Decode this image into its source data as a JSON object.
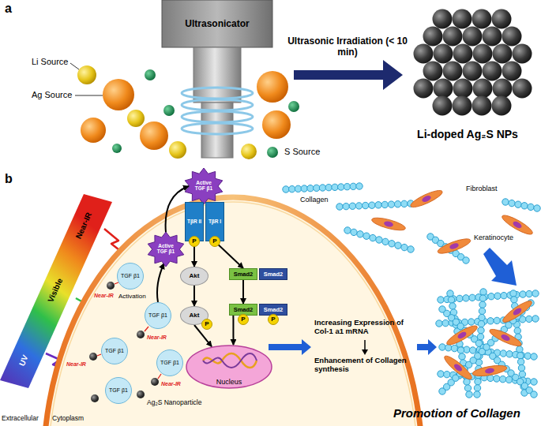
{
  "diagram": {
    "nodes": [
      {
        "text": [
          "Ultrasonicator"
        ]
      },
      {
        "text": [
          "Active TGF β1"
        ]
      },
      {
        "text": [
          "TβR II"
        ]
      },
      {
        "text": [
          "TβR I"
        ]
      },
      {
        "text": [
          "P"
        ]
      },
      {
        "text": [
          "P"
        ]
      },
      {
        "text": [
          "Active TGF β1"
        ]
      },
      {
        "text": [
          "TGF β1"
        ]
      },
      {
        "text": [
          "TGF β1"
        ]
      },
      {
        "text": [
          "TGF β1"
        ]
      },
      {
        "text": [
          "TGF β1"
        ]
      },
      {
        "text": [
          "TGF β1"
        ]
      },
      {
        "text": [
          "Akt"
        ]
      },
      {
        "text": [
          "Akt"
        ]
      },
      {
        "text": [
          "P"
        ]
      },
      {
        "text": [
          "Smad2"
        ]
      },
      {
        "text": [
          "Smad2"
        ]
      },
      {
        "text": [
          "Smad2"
        ]
      },
      {
        "text": [
          "Smad2"
        ]
      },
      {
        "text": [
          "P"
        ]
      },
      {
        "text": [
          "P"
        ]
      },
      {
        "text": [
          "Nucleus"
        ]
      }
    ],
    "edges": [
      {
        "from": 8,
        "to": 6,
        "arrow": "to"
      },
      {
        "from": 6,
        "to": 1,
        "arrow": "to"
      },
      {
        "from": 2,
        "to": 12,
        "arrow": "to"
      },
      {
        "from": 3,
        "to": 15,
        "arrow": "to"
      },
      {
        "from": 12,
        "to": 13,
        "arrow": "to"
      },
      {
        "from": 15,
        "to": 17,
        "arrow": "to"
      },
      {
        "from": 13,
        "to": 21,
        "arrow": "to"
      },
      {
        "from": 17,
        "to": 21,
        "arrow": "to"
      }
    ],
    "labels": [
      "a",
      "b",
      "Li Source",
      "Ag Source",
      "S Source",
      "Ultrasonic Irradiation (< 10 min)",
      "Li-doped Ag₂S NPs",
      "Near-IR",
      "Visible",
      "UV",
      "Near-IR",
      "Near-IR",
      "Near-IR",
      "Near-IR",
      "Activation",
      "Increasing Expression of Col-1 a1 mRNA",
      "Enhancement of Collagen synthesis",
      "Collagen",
      "Fibroblast",
      "Keratinocyte",
      "Promotion of Collagen",
      "Extracellular",
      "Cytoplasm",
      "Ag₂S Nanoparticle"
    ]
  }
}
